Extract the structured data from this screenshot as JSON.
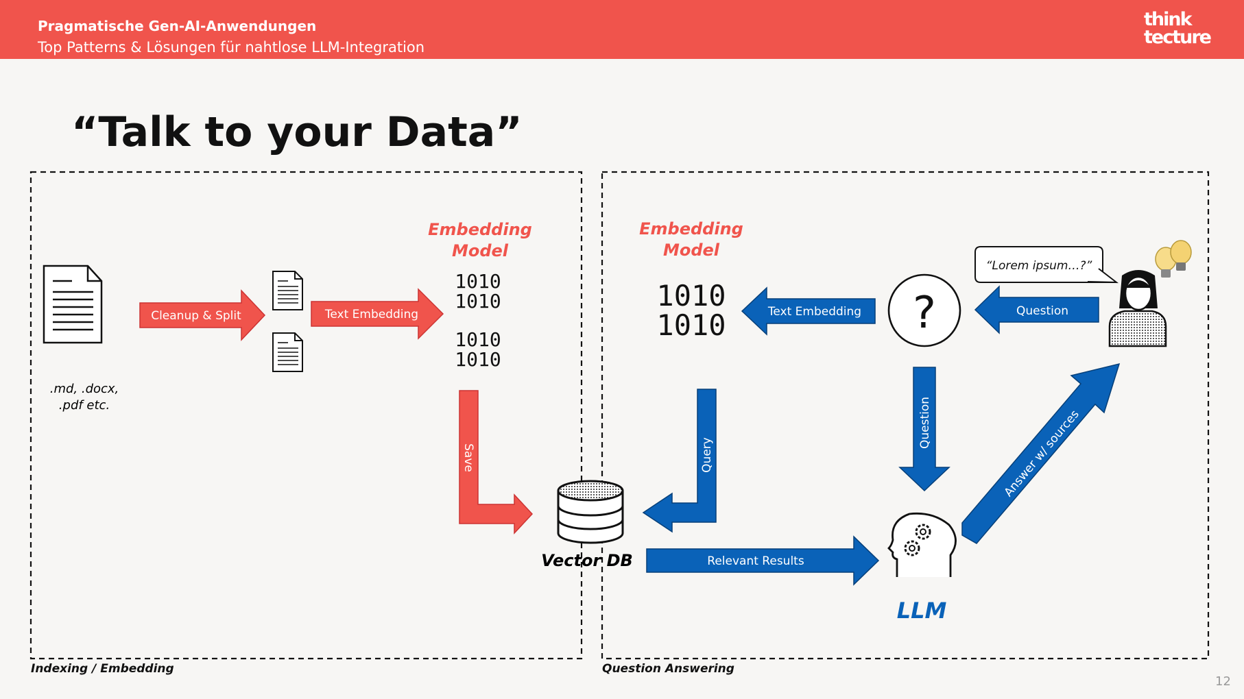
{
  "header": {
    "title": "Pragmatische Gen-AI-Anwendungen",
    "subtitle": "Top Patterns & Lösungen für nahtlose LLM-Integration",
    "logo_line1": "think",
    "logo_line2": "tecture"
  },
  "slide": {
    "title": "“Talk to your Data”",
    "page_number": "12"
  },
  "colors": {
    "brand_red": "#f0544c",
    "flow_red": "#f0544c",
    "flow_blue": "#0a62b8",
    "llm_blue": "#0a62b8"
  },
  "indexing": {
    "frame_label": "Indexing / Embedding",
    "doc_formats_line1": ".md, .docx,",
    "doc_formats_line2": ".pdf etc.",
    "arrow_cleanup": "Cleanup & Split",
    "arrow_text_embedding": "Text Embedding",
    "embedding_model_line1": "Embedding",
    "embedding_model_line2": "Model",
    "binary": "1010",
    "arrow_save": "Save"
  },
  "vector_db": {
    "label": "Vector DB"
  },
  "qa": {
    "frame_label": "Question Answering",
    "embedding_model_line1": "Embedding",
    "embedding_model_line2": "Model",
    "binary": "1010",
    "arrow_text_embedding": "Text Embedding",
    "arrow_question_in": "Question",
    "speech_bubble": "“Lorem ipsum…?”",
    "arrow_query": "Query",
    "arrow_question_down": "Question",
    "arrow_relevant_results": "Relevant Results",
    "arrow_answer": "Answer w/ sources",
    "llm_label": "LLM"
  },
  "icons": [
    "document-icon",
    "page-icon",
    "binary-icon",
    "database-icon",
    "question-icon",
    "user-icon",
    "lightbulb-icon",
    "brain-gears-icon"
  ]
}
